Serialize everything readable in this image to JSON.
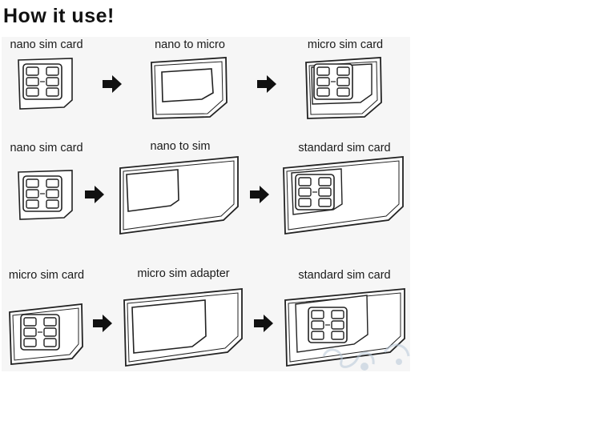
{
  "title": "How it use!",
  "rows": [
    {
      "steps": [
        {
          "label": "nano sim card",
          "icon": "nano-sim-card-icon"
        },
        {
          "label": "nano to micro",
          "icon": "nano-to-micro-adapter-icon"
        },
        {
          "label": "micro sim card",
          "icon": "micro-sim-card-icon"
        }
      ]
    },
    {
      "steps": [
        {
          "label": "nano sim card",
          "icon": "nano-sim-card-icon"
        },
        {
          "label": "nano to sim",
          "icon": "nano-to-sim-adapter-icon"
        },
        {
          "label": "standard sim card",
          "icon": "standard-sim-card-icon"
        }
      ]
    },
    {
      "steps": [
        {
          "label": "micro sim card",
          "icon": "micro-sim-card-icon"
        },
        {
          "label": "micro sim adapter",
          "icon": "micro-sim-adapter-icon"
        },
        {
          "label": "standard sim card",
          "icon": "standard-sim-card-icon"
        }
      ]
    }
  ],
  "arrow_icon": "right-arrow-icon",
  "colors": {
    "background": "#ffffff",
    "panel": "#f6f6f6",
    "line": "#222222",
    "watermark": "#b8c8d8"
  }
}
